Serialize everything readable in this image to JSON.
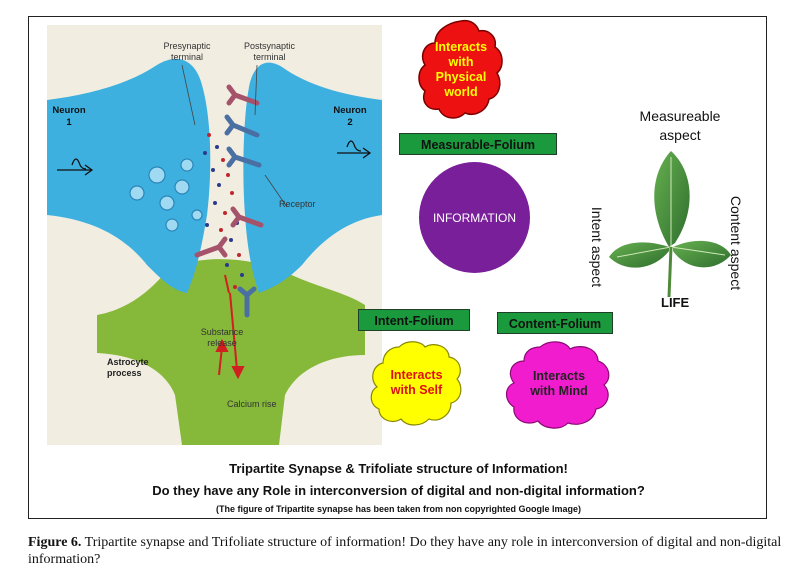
{
  "synapse": {
    "presynaptic_label": "Presynaptic\nterminal",
    "postsynaptic_label": "Postsynaptic\nterminal",
    "neuron1_label": "Neuron\n1",
    "neuron2_label": "Neuron\n2",
    "receptor_label": "Receptor",
    "substance_release_label": "Substance\nrelease",
    "astrocyte_label": "Astrocyte\nprocess",
    "calcium_label": "Calcium rise",
    "colors": {
      "neuron": "#3db0e0",
      "astrocyte": "#86b83a",
      "cleft": "#f3eee2"
    }
  },
  "physical_cloud": {
    "text": "Interacts\nwith\nPhysical\nworld",
    "color": "#ee1111"
  },
  "measurable_folium": "Measurable-Folium",
  "information_label": "INFORMATION",
  "intent_folium": "Intent-Folium",
  "content_folium": "Content-Folium",
  "self_cloud": {
    "text": "Interacts\nwith Self",
    "color": "#ffff00",
    "text_color": "#e01010"
  },
  "mind_cloud": {
    "text": "Interacts\nwith Mind",
    "color": "#f21ccf",
    "text_color": "#222222"
  },
  "leaf_diagram": {
    "measureable_label": "Measureable\naspect",
    "intent_label": "Intent aspect",
    "content_label": "Content aspect",
    "life_label": "LIFE",
    "leaf_color": "#3f8a3c"
  },
  "title": "Tripartite Synapse & Trifoliate structure of Information!",
  "question": "Do they have any Role in interconversion of digital and non-digital information?",
  "note": "(The figure of Tripartite  synapse has been taken from non copyrighted Google Image)",
  "figure_caption": {
    "label": "Figure 6.",
    "text": " Tripartite synapse and Trifoliate structure of information! Do they have any role in interconversion of digital and non-digital information?"
  }
}
